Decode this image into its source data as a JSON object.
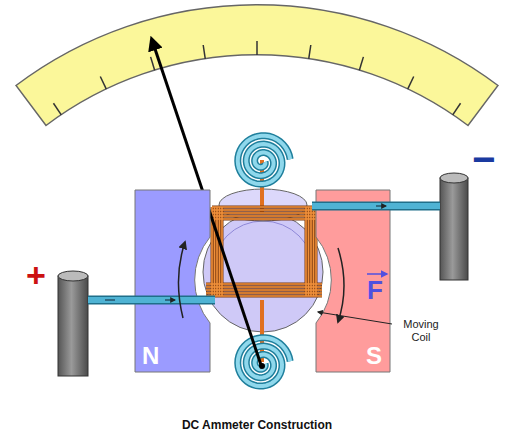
{
  "diagram": {
    "caption": "DC Ammeter Construction",
    "nodes": [
      {
        "text": [
          "N"
        ]
      },
      {
        "text": [
          "F",
          "S"
        ]
      }
    ],
    "labels": [
      "+",
      "−",
      "Moving Coil"
    ]
  }
}
